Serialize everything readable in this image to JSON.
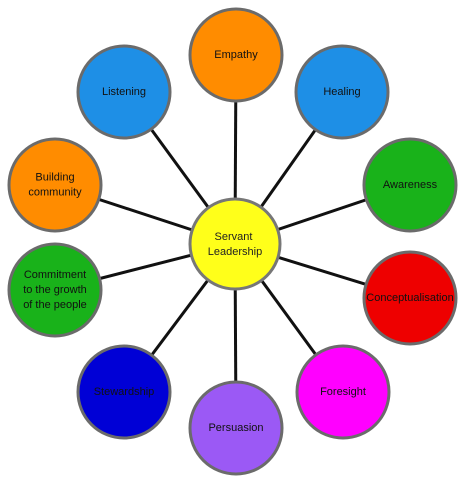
{
  "center": {
    "lines": [
      "Servant",
      "Leadership"
    ],
    "color": "#ffff1a"
  },
  "nodes": [
    {
      "lines": [
        "Empathy"
      ],
      "color": "#ff8c00",
      "text_color": "#111111"
    },
    {
      "lines": [
        "Healing"
      ],
      "color": "#1e8fe6",
      "text_color": "#111111"
    },
    {
      "lines": [
        "Awareness"
      ],
      "color": "#19b21a",
      "text_color": "#111111"
    },
    {
      "lines": [
        "Conceptualisation"
      ],
      "color": "#ee0000",
      "text_color": "#111111"
    },
    {
      "lines": [
        "Foresight"
      ],
      "color": "#ff00ff",
      "text_color": "#111111"
    },
    {
      "lines": [
        "Persuasion"
      ],
      "color": "#9b59f5",
      "text_color": "#111111"
    },
    {
      "lines": [
        "Stewardship"
      ],
      "color": "#0000d6",
      "text_color": "#111111"
    },
    {
      "lines": [
        "Commitment",
        "to the growth",
        "of the people"
      ],
      "color": "#19b21a",
      "text_color": "#111111"
    },
    {
      "lines": [
        "Building",
        "community"
      ],
      "color": "#ff8c00",
      "text_color": "#111111"
    },
    {
      "lines": [
        "Listening"
      ],
      "color": "#1e8fe6",
      "text_color": "#111111"
    }
  ]
}
